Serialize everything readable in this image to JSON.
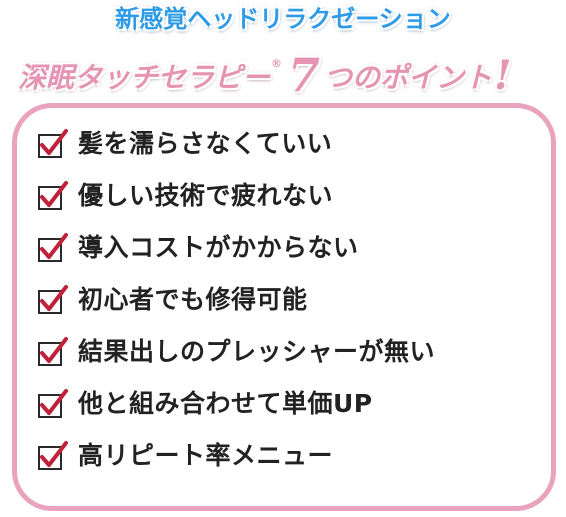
{
  "heading": {
    "line1": "新感覚ヘッドリラクゼーション",
    "line2_text": "深眠タッチセラピー",
    "line2_mark": "®",
    "line2_number": "7",
    "line2_suffix": "つのポイント",
    "line2_exclaim": "!"
  },
  "colors": {
    "heading_blue": "#2e9be6",
    "accent_pink": "#e595b2",
    "panel_border": "#e9a3bd",
    "check_red": "#c0203a",
    "text_dark": "#222222"
  },
  "icon": "checkbox-checked-icon",
  "points": [
    "髪を濡らさなくていい",
    "優しい技術で疲れない",
    "導入コストがかからない",
    "初心者でも修得可能",
    "結果出しのプレッシャーが無い",
    "他と組み合わせて単価UP",
    "高リピート率メニュー"
  ]
}
